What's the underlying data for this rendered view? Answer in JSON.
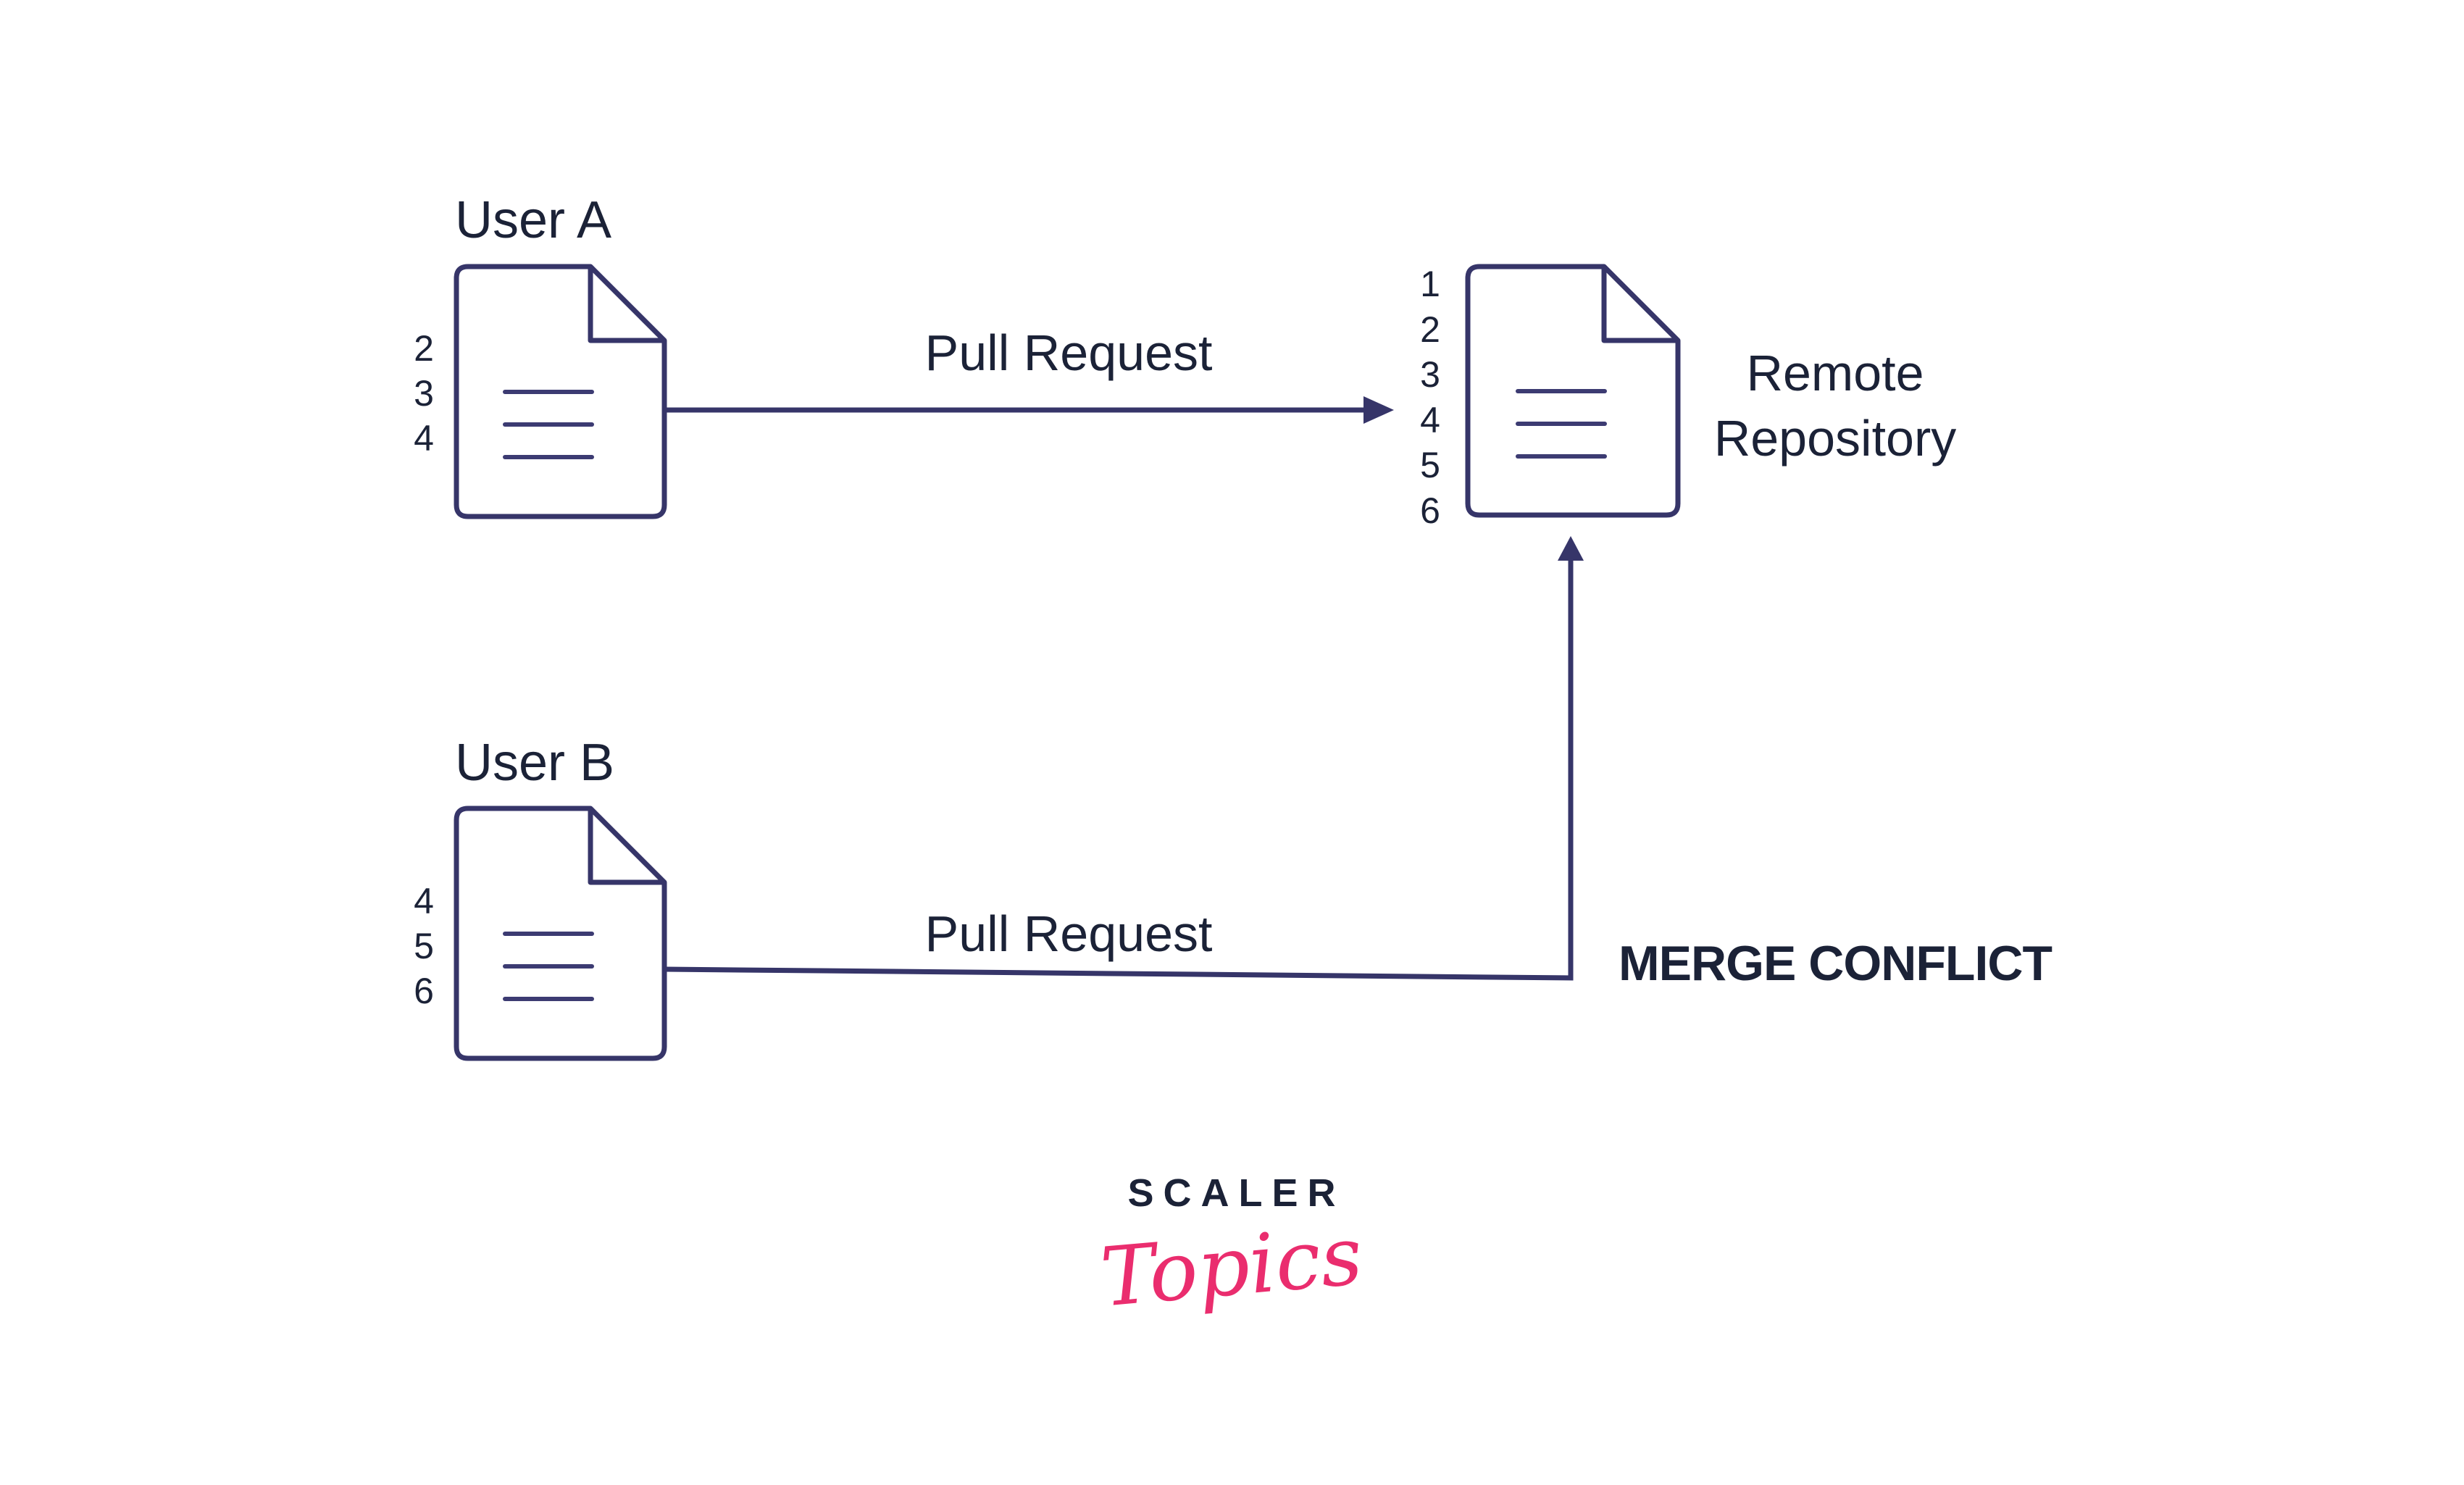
{
  "colors": {
    "background": "#ffffff",
    "text": "#1b2237",
    "stroke": "#363569",
    "doc_line": "#3c3b72",
    "accent_pink": "#ea2d6e"
  },
  "diagram": {
    "user_a": {
      "label": "User A",
      "line_numbers": [
        "2",
        "3",
        "4"
      ]
    },
    "user_b": {
      "label": "User B",
      "line_numbers": [
        "4",
        "5",
        "6"
      ]
    },
    "remote": {
      "label": "Remote\nRepository",
      "line_numbers": [
        "1",
        "2",
        "3",
        "4",
        "5",
        "6"
      ]
    },
    "pull_request_top": "Pull Request",
    "pull_request_bottom": "Pull Request",
    "merge_conflict": "MERGE CONFLICT"
  },
  "logo": {
    "brand": "SCALER",
    "product": "Topics"
  }
}
